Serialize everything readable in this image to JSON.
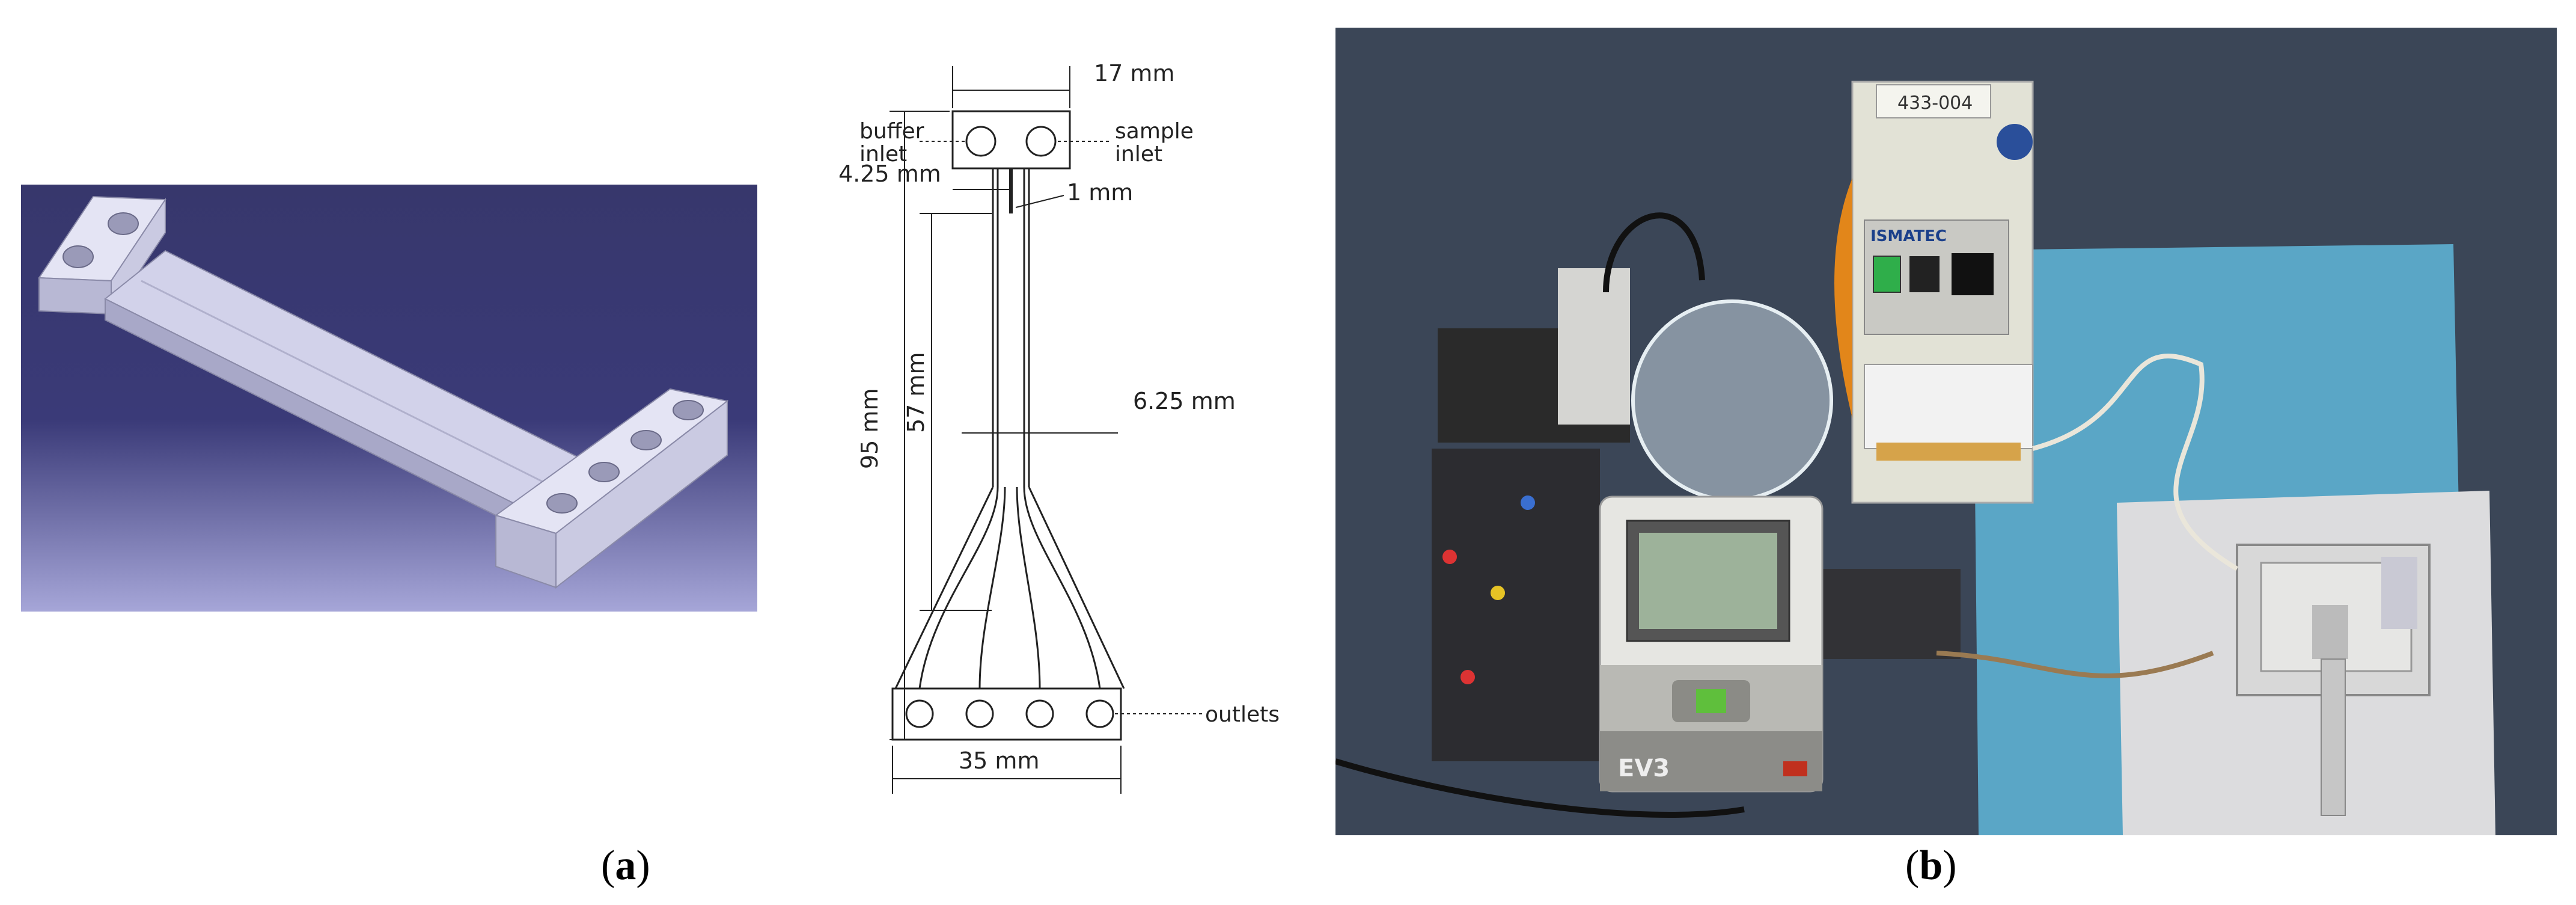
{
  "panel_a": {
    "label_open": "(",
    "label_letter": "a",
    "label_close": ")",
    "drawing": {
      "width_top": "17 mm",
      "buffer_inlet_1": "buffer",
      "buffer_inlet_2": "inlet",
      "sample_inlet_1": "sample",
      "sample_inlet_2": "inlet",
      "dim_4_25": "4.25 mm",
      "dim_1": "1 mm",
      "dim_57": "57 mm",
      "dim_95": "95 mm",
      "dim_6_25": "6.25 mm",
      "outlets": "outlets",
      "width_bottom": "35 mm"
    }
  },
  "panel_b": {
    "label_open": "(",
    "label_letter": "b",
    "label_close": ")",
    "photo": {
      "pump_tag": "433-004",
      "pump_brand": "ISMATEC",
      "controller_label": "EV3"
    }
  },
  "colors": {
    "cad_background_top": "#34346a",
    "cad_background_bottom": "#9a9ad0",
    "part_color": "#d8d8ee",
    "bench_color": "#3a4556",
    "blue_mat": "#5aa6c6",
    "pump_body": "#e6e6dc"
  }
}
